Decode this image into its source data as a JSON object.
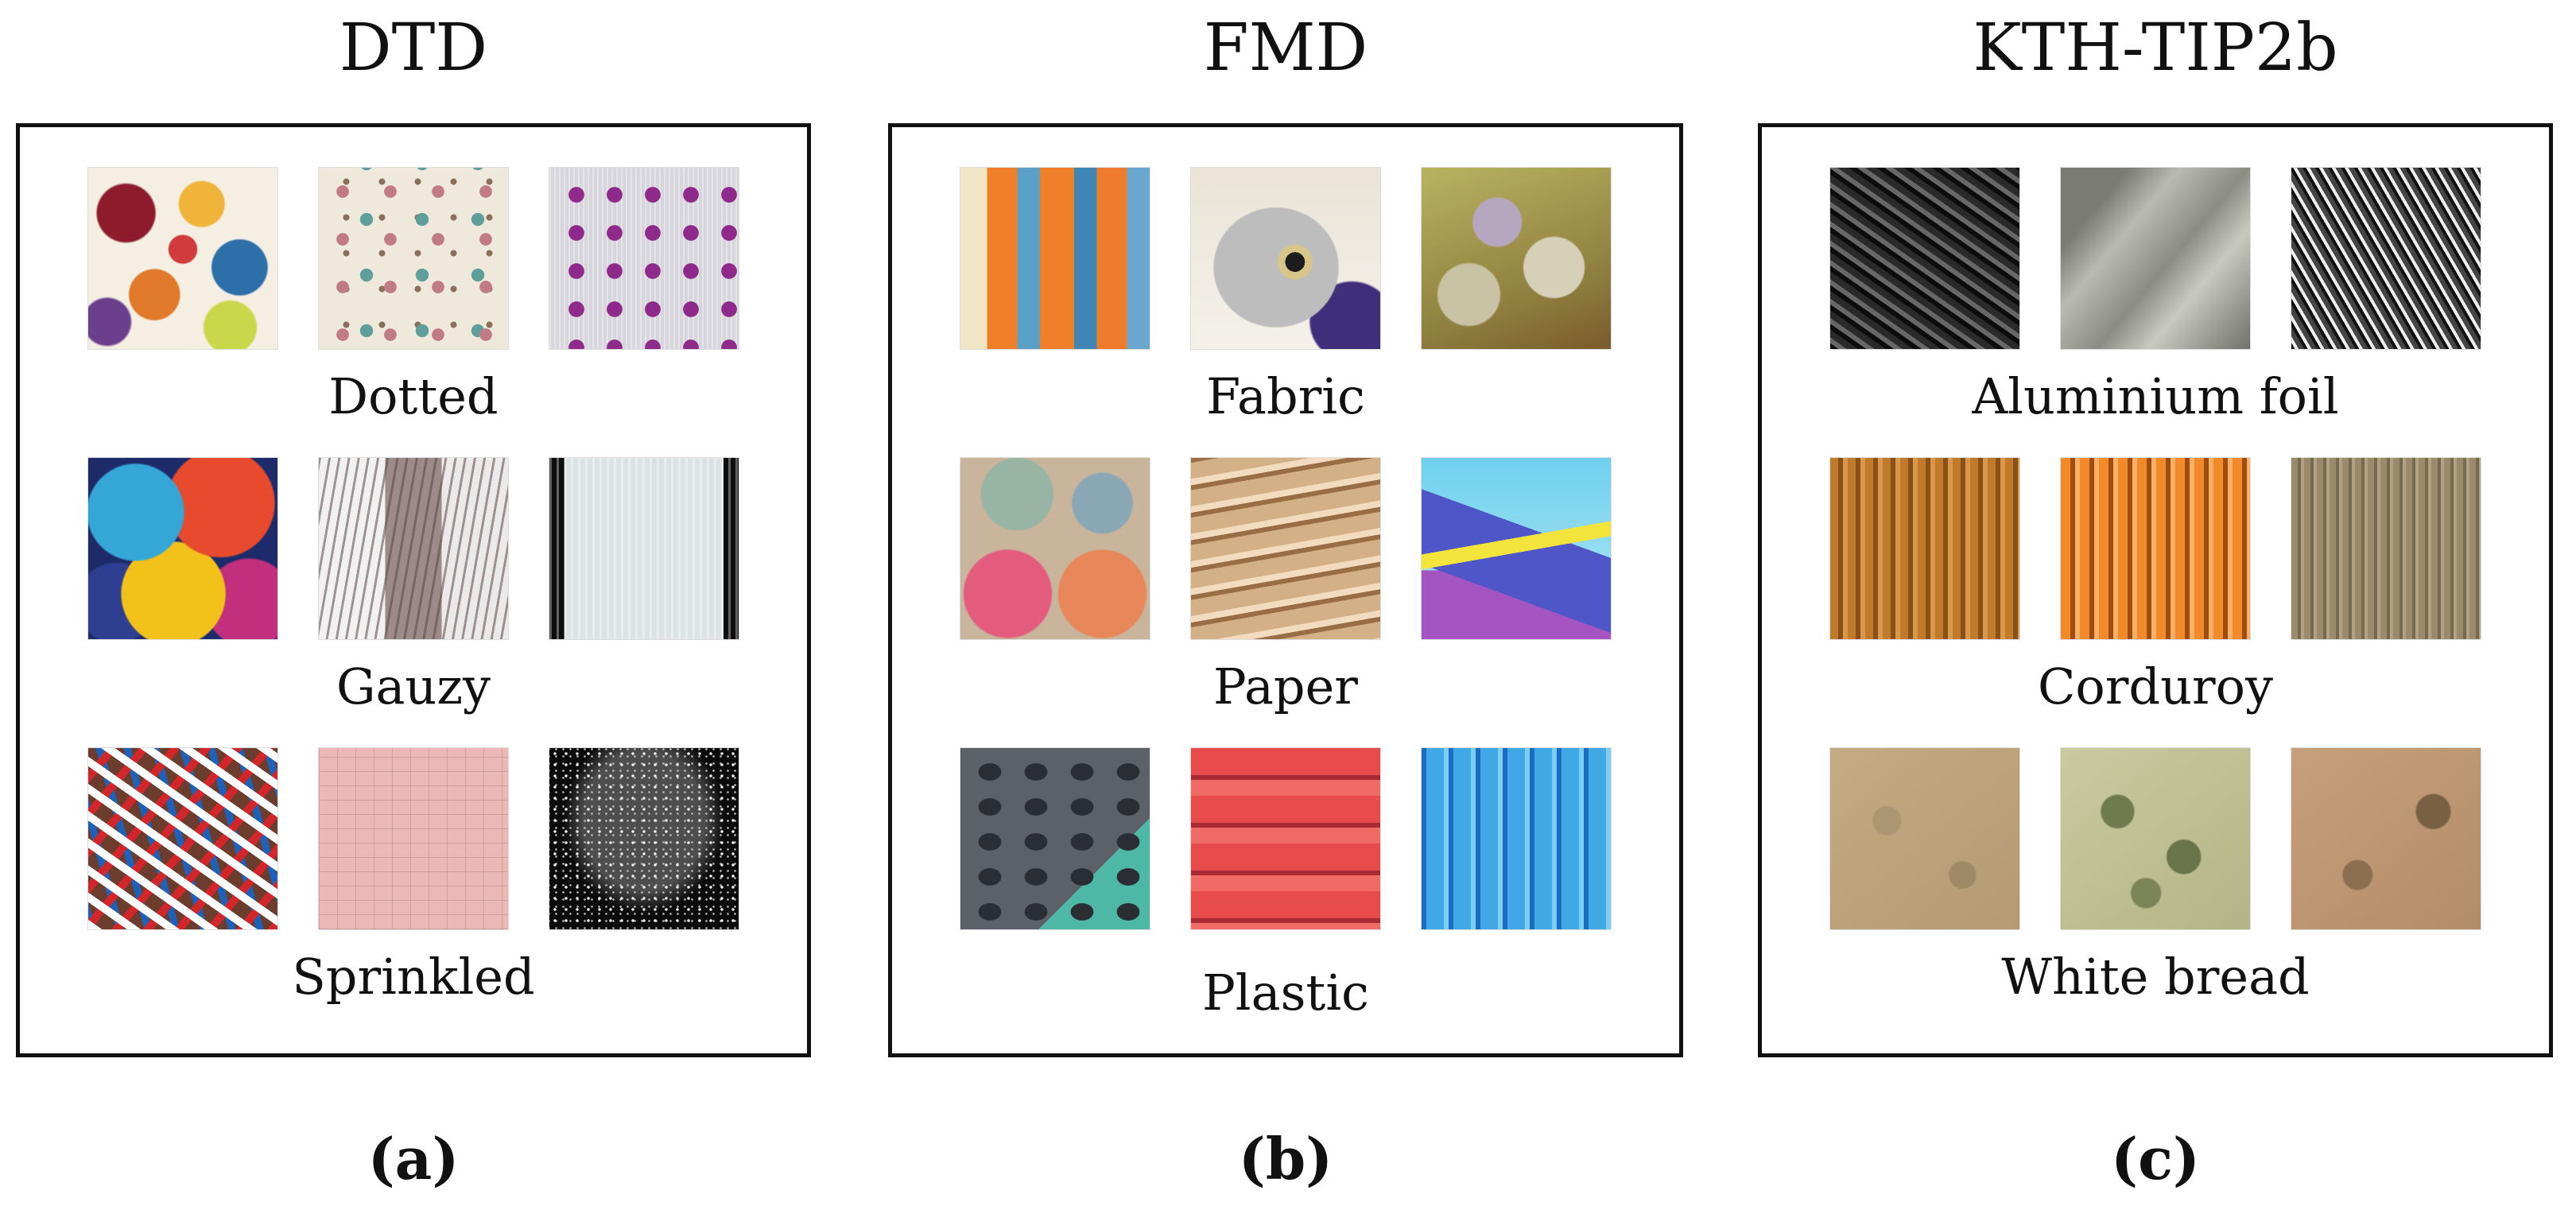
{
  "panels": [
    {
      "title": "DTD",
      "caption": "(a)",
      "rows": [
        {
          "label": "Dotted",
          "textures": [
            "dots-multicolor",
            "dots-pastel",
            "dots-purple-on-lilac"
          ]
        },
        {
          "label": "Gauzy",
          "textures": [
            "gauze-colorful",
            "gauze-sheer-curtain",
            "gauze-window-curtain"
          ]
        },
        {
          "label": "Sprinkled",
          "textures": [
            "sprinkles-donut",
            "sprinkled-pink-paper",
            "sprinkled-glass"
          ]
        }
      ]
    },
    {
      "title": "FMD",
      "caption": "(b)",
      "rows": [
        {
          "label": "Fabric",
          "textures": [
            "fabric-curtains",
            "fabric-knitted-toy",
            "fabric-embroidery"
          ]
        },
        {
          "label": "Paper",
          "textures": [
            "paper-flowers",
            "paper-torn-edges",
            "paper-boat"
          ]
        },
        {
          "label": "Plastic",
          "textures": [
            "plastic-keypad",
            "plastic-red-crates",
            "plastic-blue-chairs"
          ]
        }
      ]
    },
    {
      "title": "KTH-TIP2b",
      "caption": "(c)",
      "rows": [
        {
          "label": "Aluminium foil",
          "textures": [
            "foil-crumpled-1",
            "foil-crumpled-2",
            "foil-crumpled-3"
          ]
        },
        {
          "label": "Corduroy",
          "textures": [
            "corduroy-tan",
            "corduroy-orange",
            "corduroy-grey"
          ]
        },
        {
          "label": "White bread",
          "textures": [
            "bread-1",
            "bread-2",
            "bread-3"
          ]
        }
      ]
    }
  ]
}
